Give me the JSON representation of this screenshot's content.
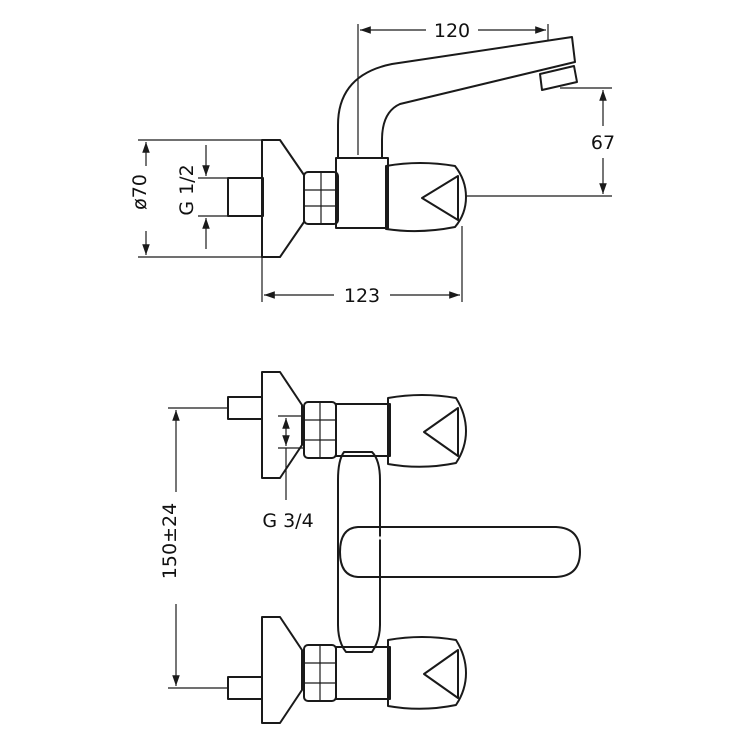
{
  "dimensions": {
    "spout_reach": "120",
    "spout_height": "67",
    "diameter": "ø70",
    "inlet_thread_top": "G 1/2",
    "overall_depth": "123",
    "centre_distance": "150±24",
    "inlet_thread_bottom": "G 3/4"
  }
}
